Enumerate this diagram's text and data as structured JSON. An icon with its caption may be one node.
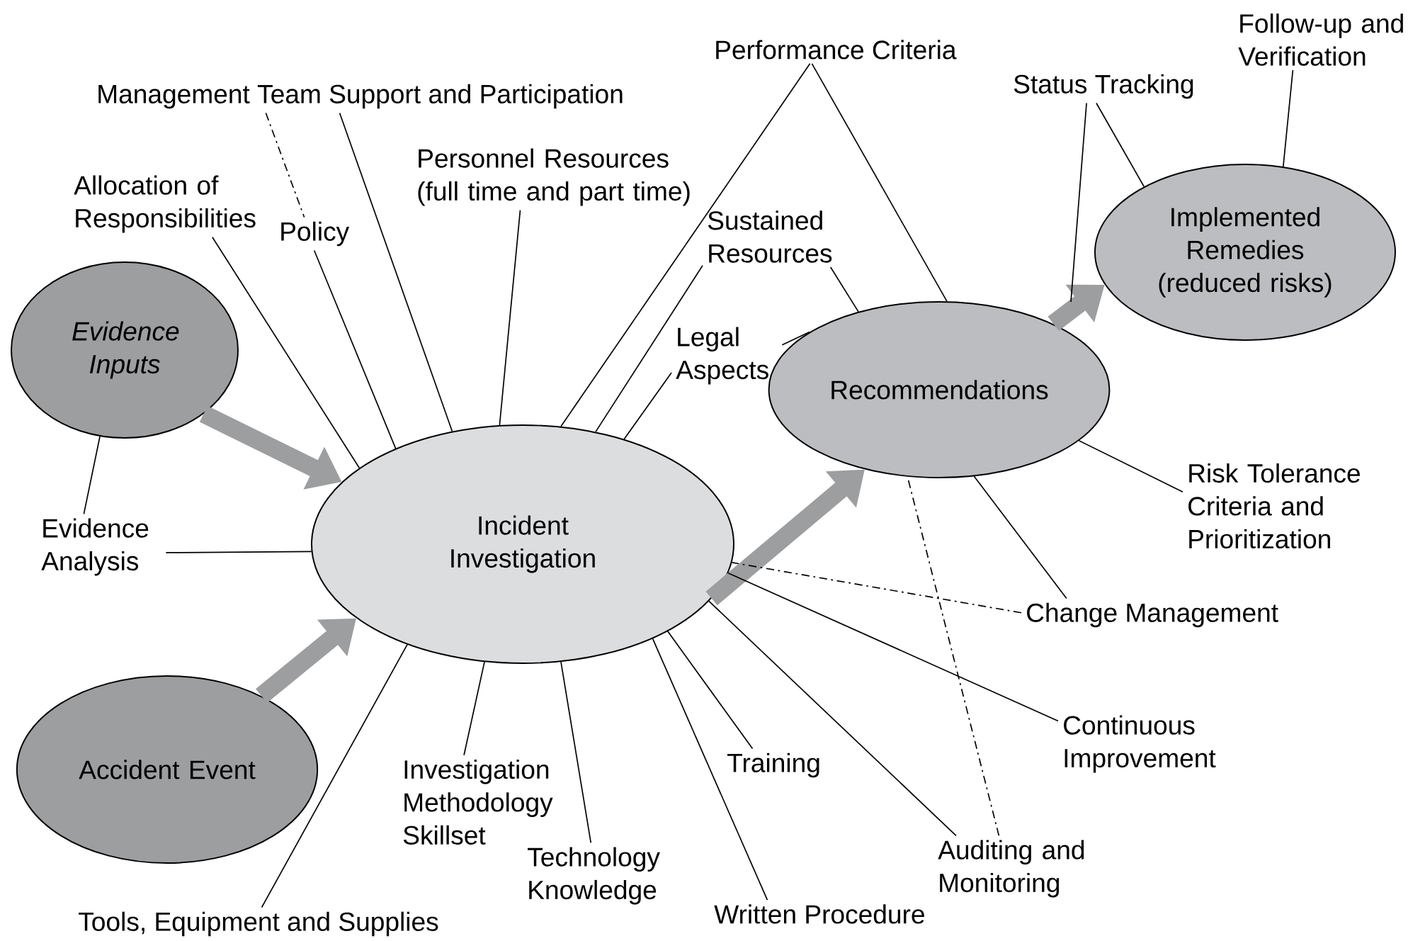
{
  "diagram": {
    "nodes": [
      {
        "text": [
          "Evidence Inputs"
        ]
      },
      {
        "text": [
          "Accident Event"
        ]
      },
      {
        "text": [
          "Incident Investigation"
        ]
      },
      {
        "text": [
          "Recommendations"
        ]
      },
      {
        "text": [
          "Implemented Remedies (reduced risks)"
        ]
      },
      {
        "text": [
          "Management Team Support and Participation"
        ]
      },
      {
        "text": [
          "Allocation of Responsibilities"
        ]
      },
      {
        "text": [
          "Policy"
        ]
      },
      {
        "text": [
          "Personnel Resources (full time and part time)"
        ]
      },
      {
        "text": [
          "Performance Criteria"
        ]
      },
      {
        "text": [
          "Sustained Resources"
        ]
      },
      {
        "text": [
          "Legal Aspects"
        ]
      },
      {
        "text": [
          "Status Tracking"
        ]
      },
      {
        "text": [
          "Follow-up and Verification"
        ]
      },
      {
        "text": [
          "Evidence Analysis"
        ]
      },
      {
        "text": [
          "Risk Tolerance Criteria and Prioritization"
        ]
      },
      {
        "text": [
          "Change Management"
        ]
      },
      {
        "text": [
          "Continuous Improvement"
        ]
      },
      {
        "text": [
          "Training"
        ]
      },
      {
        "text": [
          "Auditing and Monitoring"
        ]
      },
      {
        "text": [
          "Written Procedure"
        ]
      },
      {
        "text": [
          "Technology Knowledge"
        ]
      },
      {
        "text": [
          "Investigation Methodology Skillset"
        ]
      },
      {
        "text": [
          "Tools, Equipment and Supplies"
        ]
      }
    ],
    "edges": [
      {
        "from": 0,
        "to": 14,
        "arrow": "none"
      },
      {
        "from": 0,
        "to": 2,
        "arrow": "to",
        "style": "thick",
        "color": "#9d9ea0"
      },
      {
        "from": 1,
        "to": 2,
        "arrow": "to",
        "style": "thick",
        "color": "#9d9ea0"
      },
      {
        "from": 2,
        "to": 3,
        "arrow": "to",
        "style": "thick",
        "color": "#9d9ea0"
      },
      {
        "from": 3,
        "to": 4,
        "arrow": "to",
        "style": "thick",
        "color": "#9d9ea0"
      },
      {
        "from": 5,
        "to": 2,
        "arrow": "none"
      },
      {
        "from": 5,
        "to": 7,
        "arrow": "none",
        "style": "dashed"
      },
      {
        "from": 6,
        "to": 2,
        "arrow": "none"
      },
      {
        "from": 7,
        "to": 2,
        "arrow": "none"
      },
      {
        "from": 8,
        "to": 2,
        "arrow": "none"
      },
      {
        "from": 9,
        "to": 2,
        "arrow": "none"
      },
      {
        "from": 9,
        "to": 3,
        "arrow": "none"
      },
      {
        "from": 10,
        "to": 2,
        "arrow": "none"
      },
      {
        "from": 10,
        "to": 3,
        "arrow": "none"
      },
      {
        "from": 11,
        "to": 2,
        "arrow": "none"
      },
      {
        "from": 11,
        "to": 3,
        "arrow": "none"
      },
      {
        "from": 12,
        "to": null,
        "arrow": "none"
      },
      {
        "from": 12,
        "to": 4,
        "arrow": "none"
      },
      {
        "from": 13,
        "to": 4,
        "arrow": "none"
      },
      {
        "from": 14,
        "to": 2,
        "arrow": "none"
      },
      {
        "from": 15,
        "to": 3,
        "arrow": "none"
      },
      {
        "from": 16,
        "to": 3,
        "arrow": "none"
      },
      {
        "from": 16,
        "to": 2,
        "arrow": "none",
        "style": "dashed"
      },
      {
        "from": 17,
        "to": 2,
        "arrow": "none"
      },
      {
        "from": 18,
        "to": 2,
        "arrow": "none"
      },
      {
        "from": 19,
        "to": 2,
        "arrow": "none"
      },
      {
        "from": 19,
        "to": 3,
        "arrow": "none",
        "style": "dashed"
      },
      {
        "from": 20,
        "to": 2,
        "arrow": "none"
      },
      {
        "from": 21,
        "to": 2,
        "arrow": "none"
      },
      {
        "from": 22,
        "to": 2,
        "arrow": "none"
      },
      {
        "from": 23,
        "to": 2,
        "arrow": "none"
      }
    ]
  }
}
